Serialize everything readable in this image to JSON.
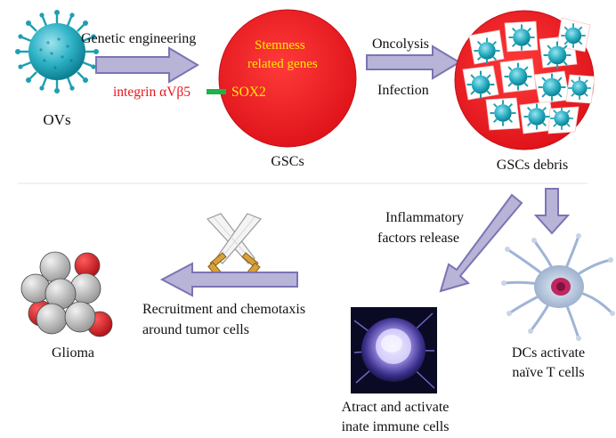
{
  "colors": {
    "arrow_fill": "#b7b4d8",
    "arrow_stroke": "#7b74b4",
    "gsc_red": "#ee1d23",
    "gene_text": "#ffea00",
    "integrin_text": "#e8141c",
    "sox2_connector": "#1fb24a",
    "virus_teal": "#1d9fb3",
    "glioma_red": "#e0262b",
    "glioma_gray": "#c8c8c8"
  },
  "labels": {
    "ovs": "OVs",
    "genetic_engineering": "Genetic engineering",
    "stemness_line1": "Stemness",
    "stemness_line2": "related genes",
    "integrin": "integrin αVβ5",
    "sox2": "SOX2",
    "gscs": "GSCs",
    "oncolysis": "Oncolysis",
    "infection": "Infection",
    "gscs_debris": "GSCs debris",
    "inflammatory_line1": "Inflammatory",
    "inflammatory_line2": "factors release",
    "dc_line1": "DCs activate",
    "dc_line2": "naïve T cells",
    "innate_line1": "Atract and activate",
    "innate_line2": "inate immune cells",
    "recruit_line1": "Recruitment and chemotaxis",
    "recruit_line2": "around tumor cells",
    "glioma": "Glioma"
  }
}
